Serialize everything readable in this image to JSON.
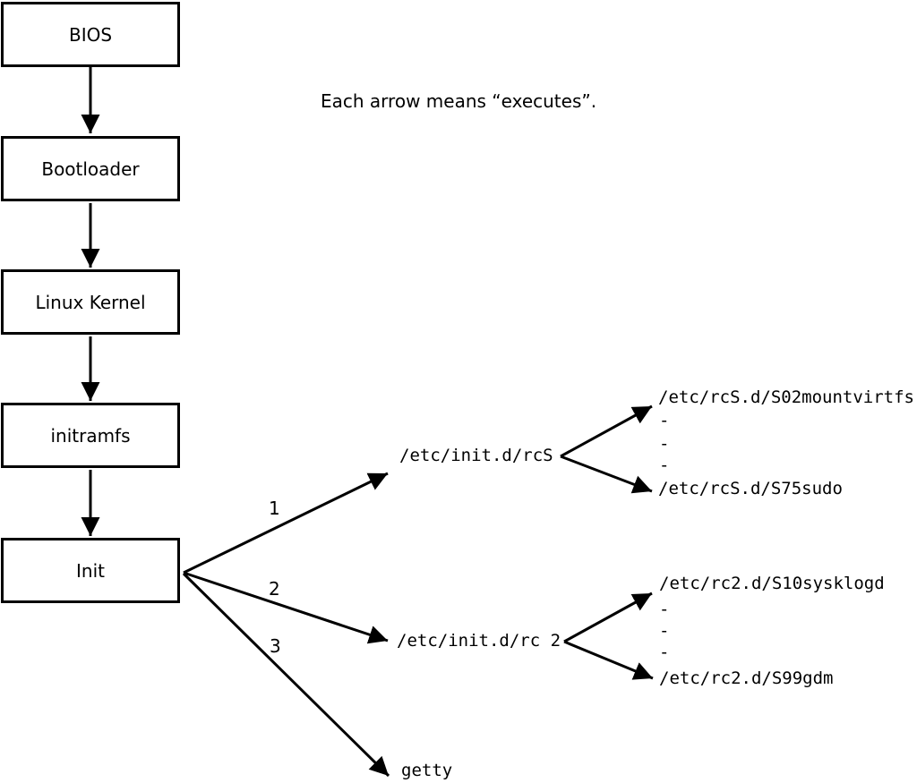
{
  "diagram": {
    "caption": "Each arrow means “executes”.",
    "boxes": [
      {
        "id": "bios",
        "label": "BIOS"
      },
      {
        "id": "bootloader",
        "label": "Bootloader"
      },
      {
        "id": "linux-kernel",
        "label": "Linux Kernel"
      },
      {
        "id": "initramfs",
        "label": "initramfs"
      },
      {
        "id": "init",
        "label": "Init"
      }
    ],
    "edge_labels": [
      "1",
      "2",
      "3"
    ],
    "rcS": {
      "label": "/etc/init.d/rcS",
      "children": [
        "/etc/rcS.d/S02mountvirtfs",
        "-",
        "-",
        "-",
        "/etc/rcS.d/S75sudo"
      ]
    },
    "rc2": {
      "label": "/etc/init.d/rc 2",
      "children": [
        "/etc/rc2.d/S10sysklogd",
        "-",
        "-",
        "-",
        "/etc/rc2.d/S99gdm"
      ]
    },
    "getty_label": "getty",
    "colors": {
      "foreground": "#000000",
      "background": "#ffffff"
    }
  }
}
